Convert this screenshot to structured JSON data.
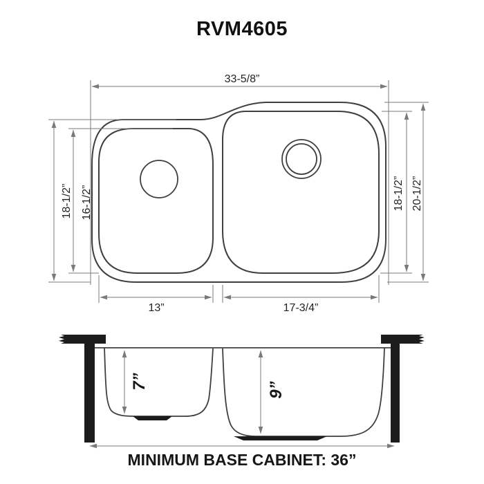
{
  "title": "RVM4605",
  "top_view": {
    "dimensions": {
      "overall_width": "33-5/8”",
      "left_outer_depth": "18-1/2”",
      "left_bowl_inner_depth": "16-1/2”",
      "right_bowl_inner_depth": "18-1/2”",
      "right_outer_depth": "20-1/2”",
      "left_bowl_width": "13”",
      "right_bowl_width": "17-3/4”"
    },
    "features": {
      "left_drain": "single-circle-drain",
      "right_drain": "double-circle-drain"
    }
  },
  "side_view": {
    "dimensions": {
      "left_bowl_depth": "7”",
      "right_bowl_depth": "9”"
    }
  },
  "footer": {
    "note": "MINIMUM BASE CABINET: 36”"
  },
  "colors": {
    "background": "#ffffff",
    "outline": "#3f3f3f",
    "dimension_line": "#7a7a7a",
    "solid_black": "#1c1c1c",
    "text": "#231f20"
  }
}
